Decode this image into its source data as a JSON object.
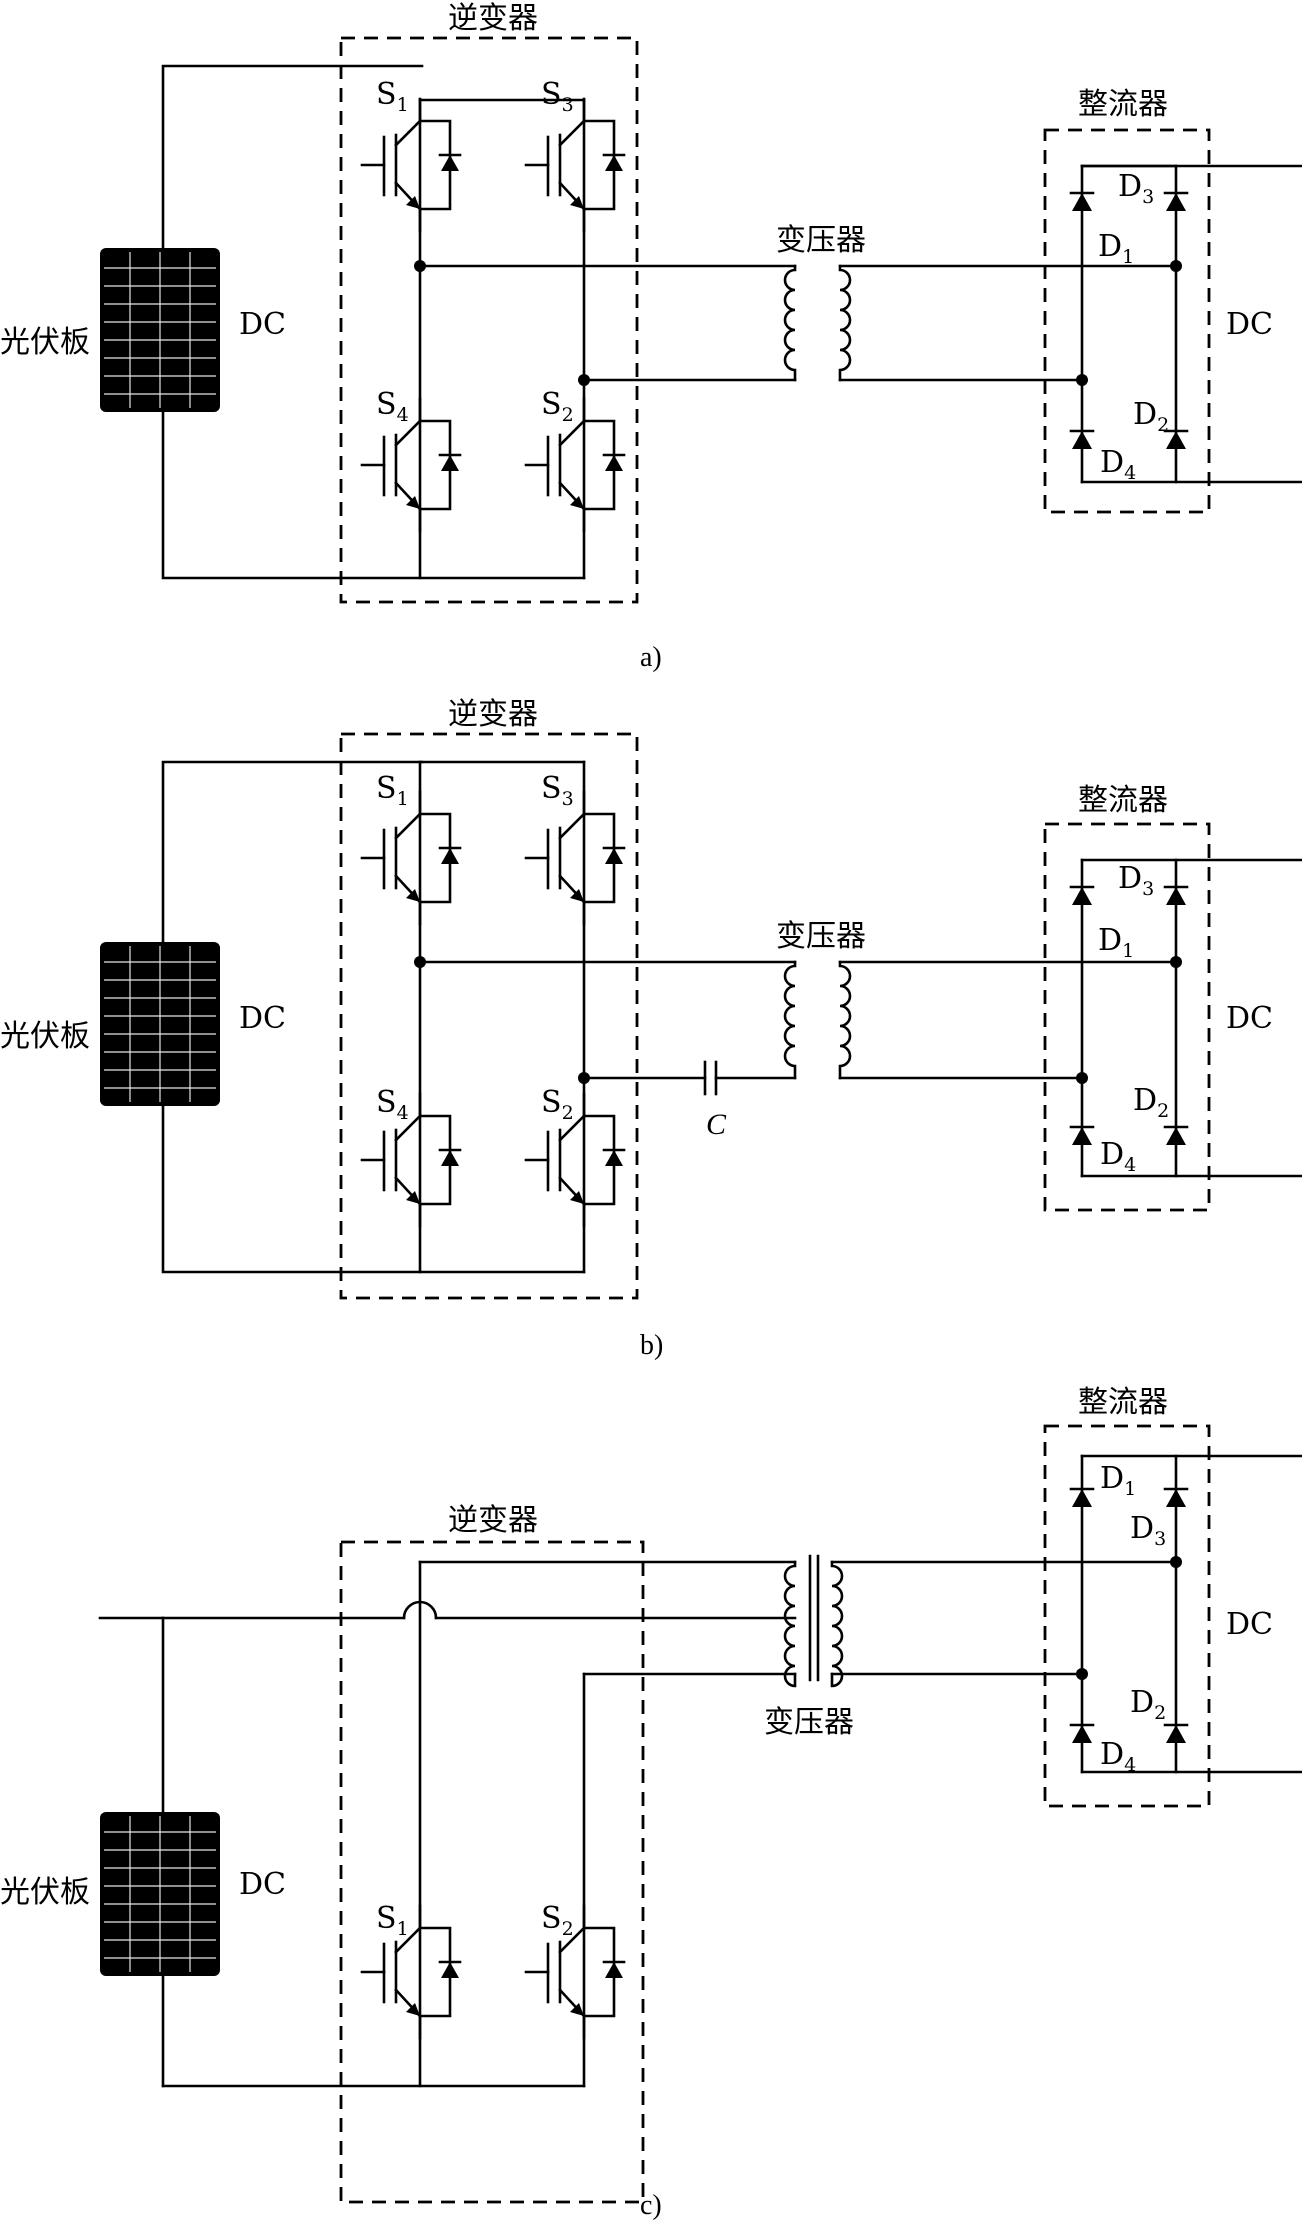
{
  "panels": [
    {
      "caption": "a)",
      "inverter_label": "逆变器",
      "transformer_label": "变压器",
      "rectifier_label": "整流器",
      "pv_label": "光伏板",
      "dc_in_label": "DC",
      "dc_out_label": "DC",
      "switches": [
        {
          "letter": "S",
          "sub": "1"
        },
        {
          "letter": "S",
          "sub": "3"
        },
        {
          "letter": "S",
          "sub": "4"
        },
        {
          "letter": "S",
          "sub": "2"
        }
      ],
      "diodes": [
        {
          "letter": "D",
          "sub": "3"
        },
        {
          "letter": "D",
          "sub": "1"
        },
        {
          "letter": "D",
          "sub": "2"
        },
        {
          "letter": "D",
          "sub": "4"
        }
      ]
    },
    {
      "caption": "b)",
      "inverter_label": "逆变器",
      "transformer_label": "变压器",
      "rectifier_label": "整流器",
      "pv_label": "光伏板",
      "dc_in_label": "DC",
      "dc_out_label": "DC",
      "capacitor_label": "C",
      "switches": [
        {
          "letter": "S",
          "sub": "1"
        },
        {
          "letter": "S",
          "sub": "3"
        },
        {
          "letter": "S",
          "sub": "4"
        },
        {
          "letter": "S",
          "sub": "2"
        }
      ],
      "diodes": [
        {
          "letter": "D",
          "sub": "3"
        },
        {
          "letter": "D",
          "sub": "1"
        },
        {
          "letter": "D",
          "sub": "2"
        },
        {
          "letter": "D",
          "sub": "4"
        }
      ]
    },
    {
      "caption": "c)",
      "inverter_label": "逆变器",
      "transformer_label": "变压器",
      "rectifier_label": "整流器",
      "pv_label": "光伏板",
      "dc_in_label": "DC",
      "dc_out_label": "DC",
      "switches": [
        {
          "letter": "S",
          "sub": "1"
        },
        {
          "letter": "S",
          "sub": "2"
        }
      ],
      "diodes": [
        {
          "letter": "D",
          "sub": "1"
        },
        {
          "letter": "D",
          "sub": "3"
        },
        {
          "letter": "D",
          "sub": "2"
        },
        {
          "letter": "D",
          "sub": "4"
        }
      ]
    }
  ]
}
